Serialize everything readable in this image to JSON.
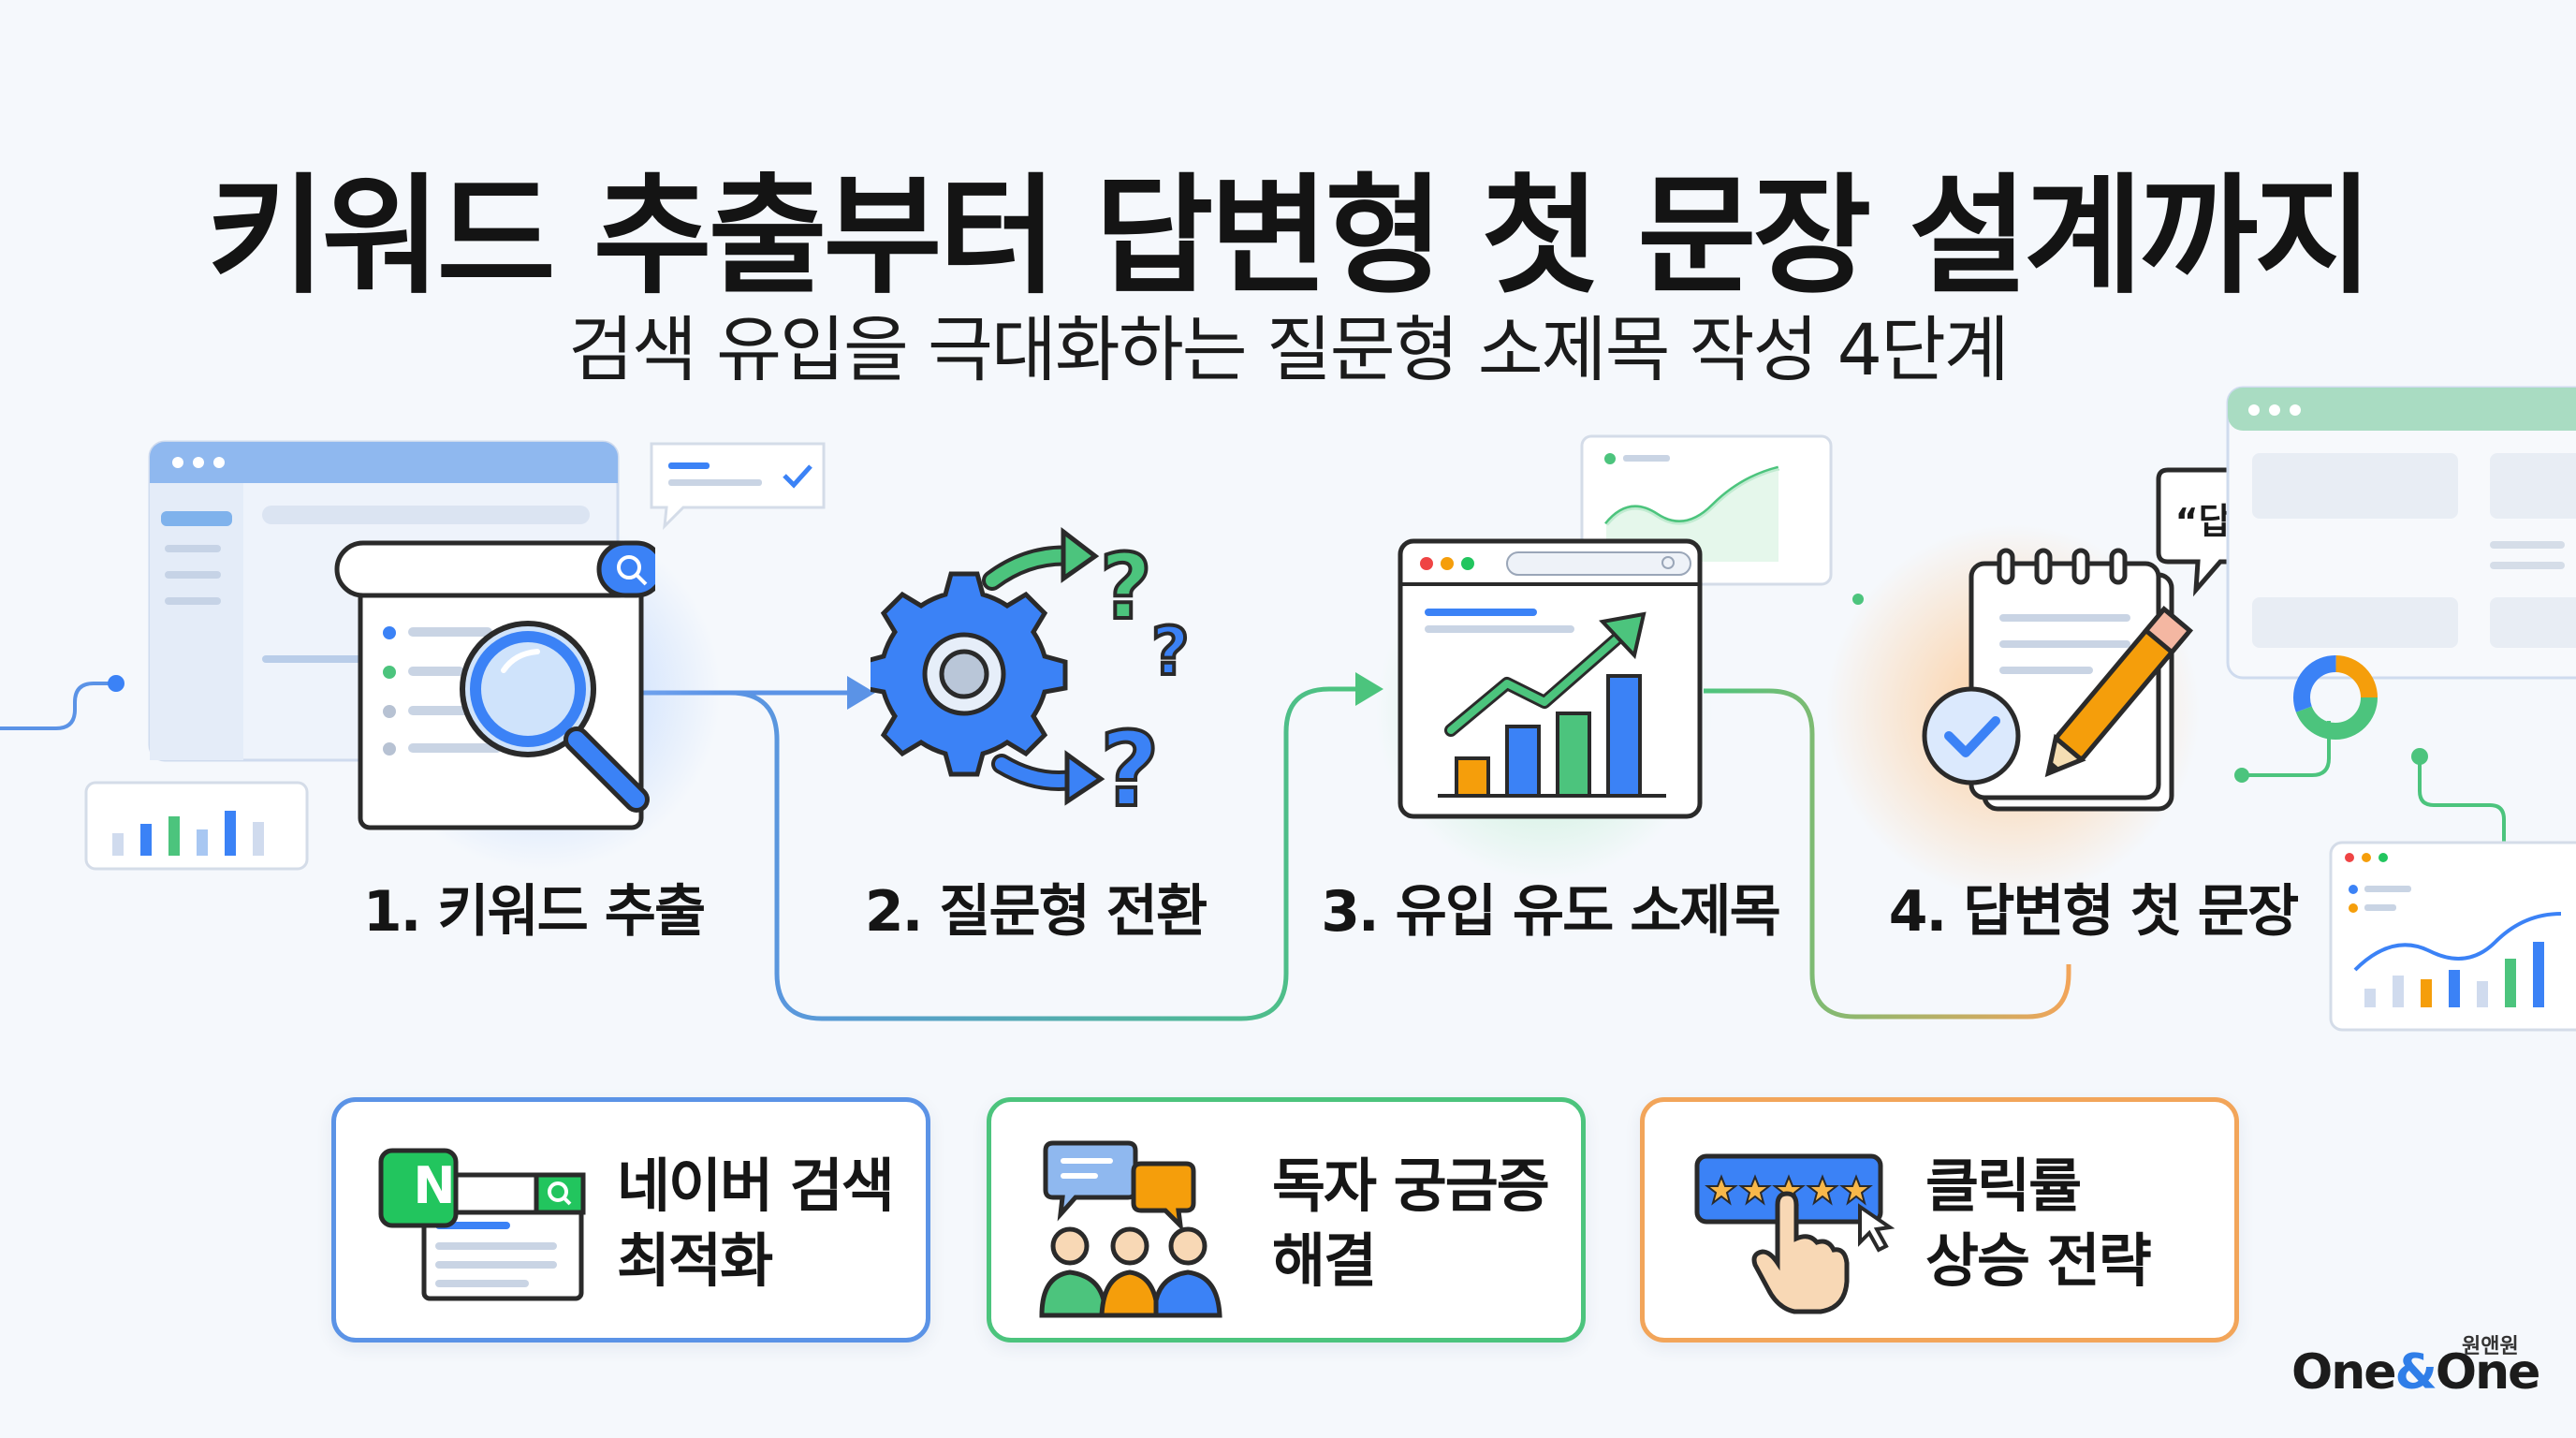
{
  "title": "키워드 추출부터 답변형 첫 문장 설계까지",
  "subtitle": "검색 유입을 극대화하는 질문형 소제목 작성 4단계",
  "steps": [
    {
      "label": "1. 키워드 추출",
      "color": "#3b82f6"
    },
    {
      "label": "2. 질문형 전환",
      "color": "#3b82f6"
    },
    {
      "label": "3. 유입 유도 소제목",
      "color": "#22c55e"
    },
    {
      "label": "4. 답변형 첫 문장",
      "color": "#f59e0b"
    }
  ],
  "speech_bubble": "“답변 북삭....”",
  "cards": [
    {
      "line1": "네이버 검색",
      "line2": "최적화",
      "border": "#5b93e6",
      "badge": "N"
    },
    {
      "line1": "독자 궁금증",
      "line2": "해결",
      "border": "#4cc47d"
    },
    {
      "line1": "클릭률",
      "line2": "상승 전략",
      "border": "#f2a55a"
    }
  ],
  "brand": {
    "small": "원앤원",
    "name_part1": "One",
    "amp": "&",
    "name_part2": "One"
  },
  "colors": {
    "blue": "#3b82f6",
    "green": "#22c55e",
    "orange": "#f59e0b",
    "background": "#f5f8fc"
  }
}
